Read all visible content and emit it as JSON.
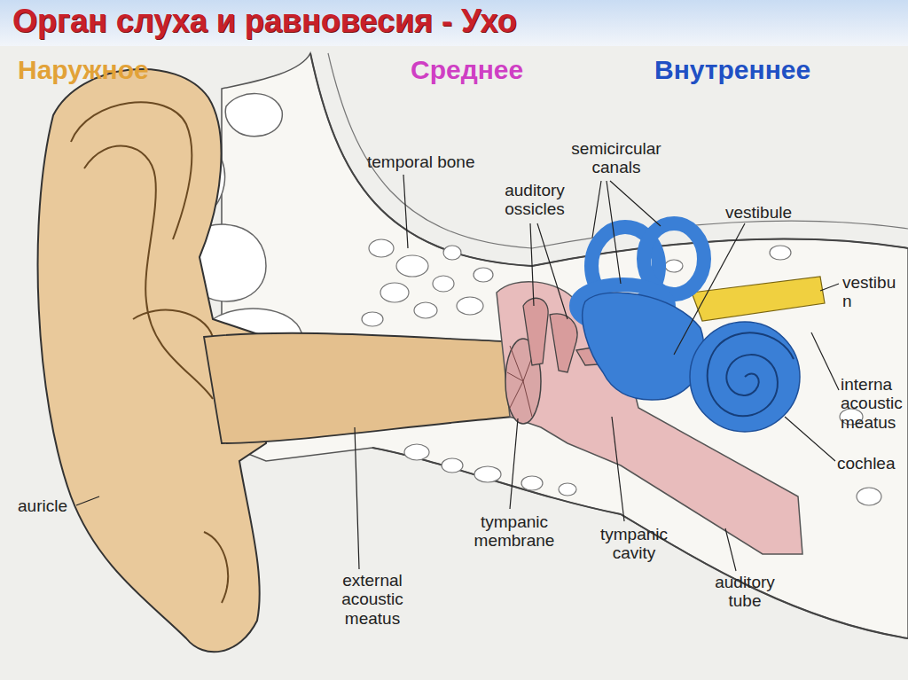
{
  "diagram": {
    "title": "Орган слуха и равновесия - Ухо",
    "labels": [
      "Наружное",
      "Среднее",
      "Внутреннее",
      "temporal bone",
      "semicircular canals",
      "auditory ossicles",
      "vestibule",
      "vestibu n",
      "interna acoustic meatus",
      "cochlea",
      "auricle",
      "tympanic membrane",
      "tympanic cavity",
      "auditory tube",
      "external acoustic meatus"
    ]
  }
}
